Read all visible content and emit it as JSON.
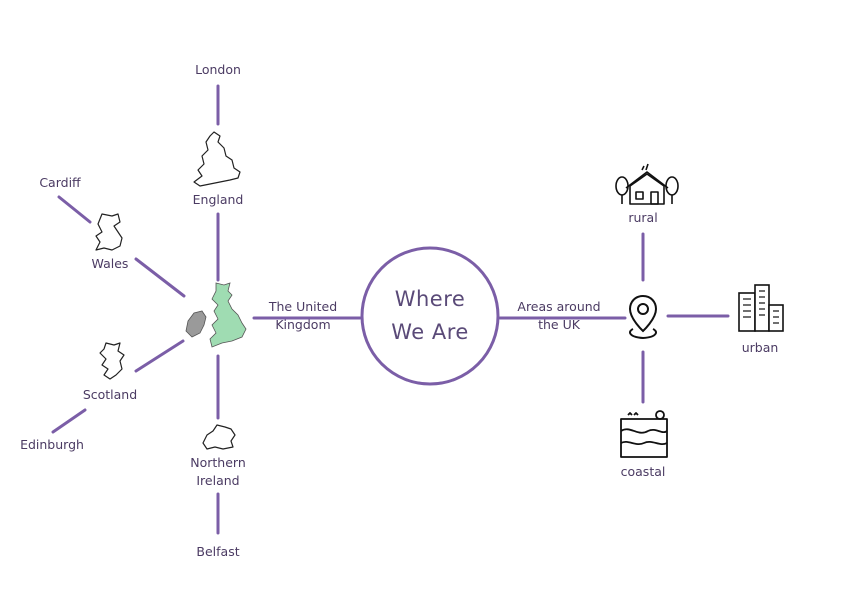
{
  "center": {
    "line1": "Where",
    "line2": "We Are"
  },
  "uk": {
    "link_line1": "The United",
    "link_line2": "Kingdom",
    "nodes": {
      "england": "England",
      "wales": "Wales",
      "scotland": "Scotland",
      "ni_line1": "Northern",
      "ni_line2": "Ireland"
    },
    "cities": {
      "london": "London",
      "cardiff": "Cardiff",
      "edinburgh": "Edinburgh",
      "belfast": "Belfast"
    }
  },
  "areas": {
    "link_line1": "Areas around",
    "link_line2": "the UK",
    "rural": "rural",
    "urban": "urban",
    "coastal": "coastal"
  },
  "colors": {
    "line": "#7b5ea7",
    "text": "#4b3b63",
    "uk_mainland": "#9fdcb2",
    "ireland": "#9a9a9a"
  },
  "icons": [
    "england-map-icon",
    "wales-map-icon",
    "scotland-map-icon",
    "northern-ireland-map-icon",
    "uk-map-icon",
    "location-pin-icon",
    "rural-house-icon",
    "urban-buildings-icon",
    "coastal-cliff-icon"
  ]
}
